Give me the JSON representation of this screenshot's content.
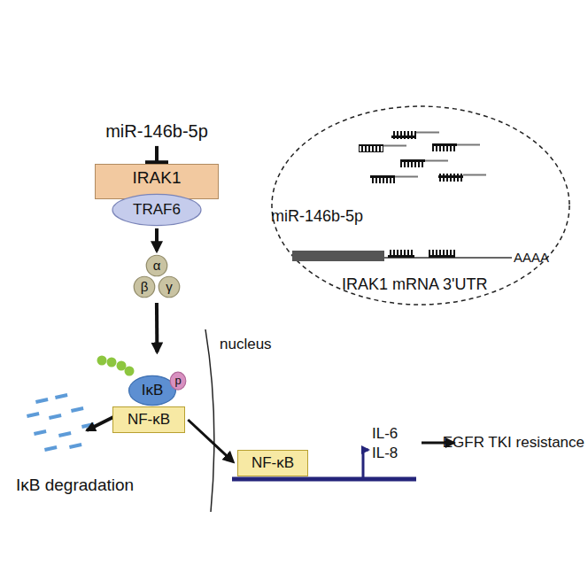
{
  "diagram": {
    "nodes": [
      {
        "text": [
          "miR-146b-5p"
        ]
      },
      {
        "text": [
          "IRAK1"
        ]
      },
      {
        "text": [
          "TRAF6"
        ]
      },
      {
        "text": [
          "α"
        ]
      },
      {
        "text": [
          "β"
        ]
      },
      {
        "text": [
          "γ"
        ]
      },
      {
        "text": [
          "IκB"
        ]
      },
      {
        "text": [
          "p"
        ]
      },
      {
        "text": [
          "NF-κB"
        ]
      },
      {
        "text": [
          "NF-κB"
        ]
      }
    ],
    "edges": [
      {
        "from": 0,
        "to": 1,
        "arrow": "to"
      },
      {
        "from": 2,
        "to": 3,
        "arrow": "to"
      },
      {
        "from": 4,
        "to": 6,
        "arrow": "to"
      },
      {
        "from": 8,
        "to": 9,
        "arrow": "to"
      }
    ],
    "labels": [
      "nucleus",
      "IκB degradation",
      "IL-6",
      "IL-8",
      "EGFR TKI resistance",
      "miR-146b-5p",
      "IRAK1 mRNA 3'UTR",
      "AAAA"
    ]
  }
}
